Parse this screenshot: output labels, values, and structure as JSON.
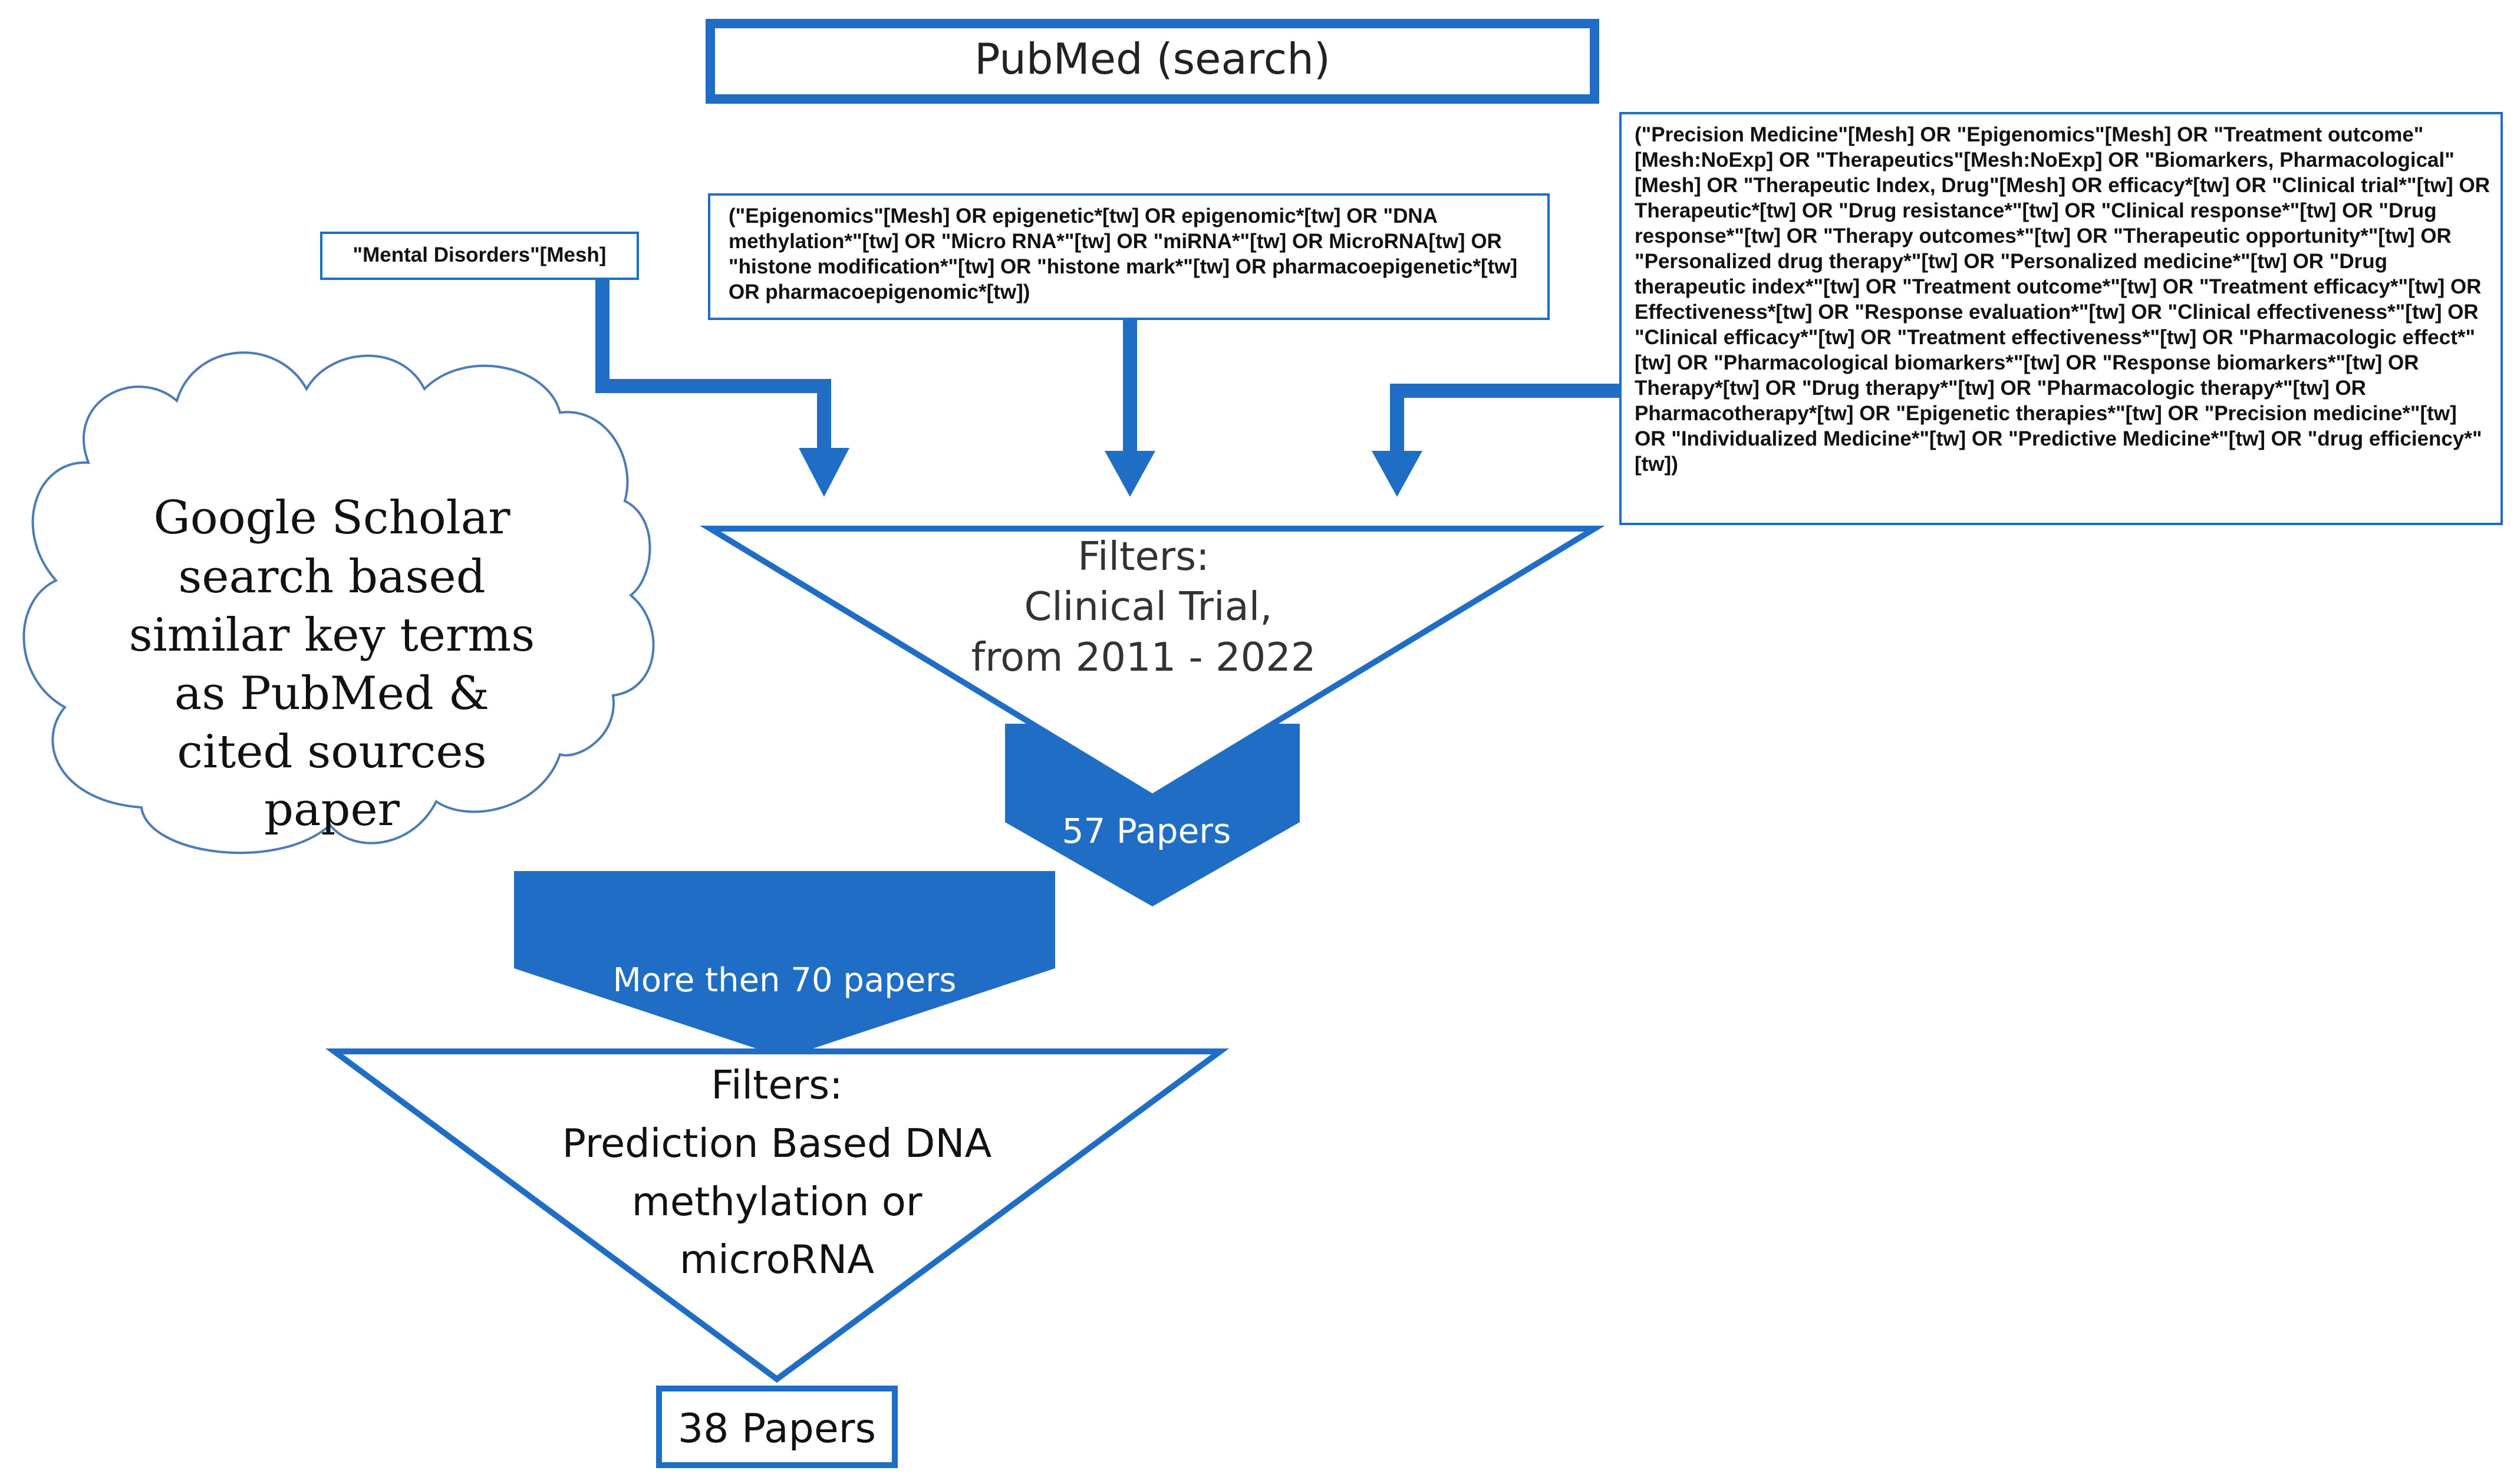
{
  "title": "PubMed (search)",
  "queries": {
    "mental": "\"Mental Disorders\"[Mesh]",
    "epigenomics": "(\"Epigenomics\"[Mesh] OR epigenetic*[tw] OR epigenomic*[tw] OR \"DNA methylation*\"[tw] OR \"Micro RNA*\"[tw] OR \"miRNA*\"[tw] OR MicroRNA[tw] OR \"histone modification*\"[tw] OR \"histone mark*\"[tw] OR pharmacoepigenetic*[tw] OR pharmacoepigenomic*[tw])",
    "outcomes": "(\"Precision Medicine\"[Mesh] OR \"Epigenomics\"[Mesh] OR \"Treatment outcome\"[Mesh:NoExp] OR \"Therapeutics\"[Mesh:NoExp] OR \"Biomarkers, Pharmacological\"[Mesh] OR \"Therapeutic Index, Drug\"[Mesh] OR efficacy*[tw] OR \"Clinical trial*\"[tw] OR Therapeutic*[tw] OR \"Drug resistance*\"[tw] OR \"Clinical response*\"[tw] OR \"Drug response*\"[tw] OR \"Therapy outcomes*\"[tw] OR \"Therapeutic opportunity*\"[tw] OR \"Personalized drug therapy*\"[tw] OR \"Personalized medicine*\"[tw] OR \"Drug therapeutic index*\"[tw] OR \"Treatment outcome*\"[tw] OR \"Treatment efficacy*\"[tw] OR Effectiveness*[tw] OR \"Response evaluation*\"[tw] OR \"Clinical effectiveness*\"[tw] OR \"Clinical efficacy*\"[tw] OR \"Treatment effectiveness*\"[tw] OR \"Pharmacologic effect*\"[tw] OR \"Pharmacological biomarkers*\"[tw] OR \"Response biomarkers*\"[tw] OR Therapy*[tw] OR \"Drug therapy*\"[tw] OR \"Pharmacologic therapy*\"[tw] OR Pharmacotherapy*[tw] OR \"Epigenetic therapies*\"[tw] OR \"Precision medicine*\"[tw] OR \"Individualized Medicine*\"[tw] OR \"Predictive Medicine*\"[tw] OR \"drug efficiency*\"[tw])"
  },
  "filter1": {
    "lines": [
      "Filters:",
      "Clinical Trial,",
      "from 2011 - 2022"
    ]
  },
  "result1": "57 Papers",
  "scholar": {
    "lines": [
      "Google Scholar",
      "search based",
      "similar  key terms",
      "as PubMed &",
      "cited sources",
      "paper"
    ]
  },
  "combined": "More then 70 papers",
  "filter2": {
    "lines": [
      "Filters:",
      "Prediction Based DNA",
      "methylation or",
      "microRNA"
    ]
  },
  "final": "38 Papers",
  "colors": {
    "blue": "#1F6DC5",
    "text": "#222222",
    "cloud": "#4A7CB8",
    "white": "#FFFFFF"
  }
}
